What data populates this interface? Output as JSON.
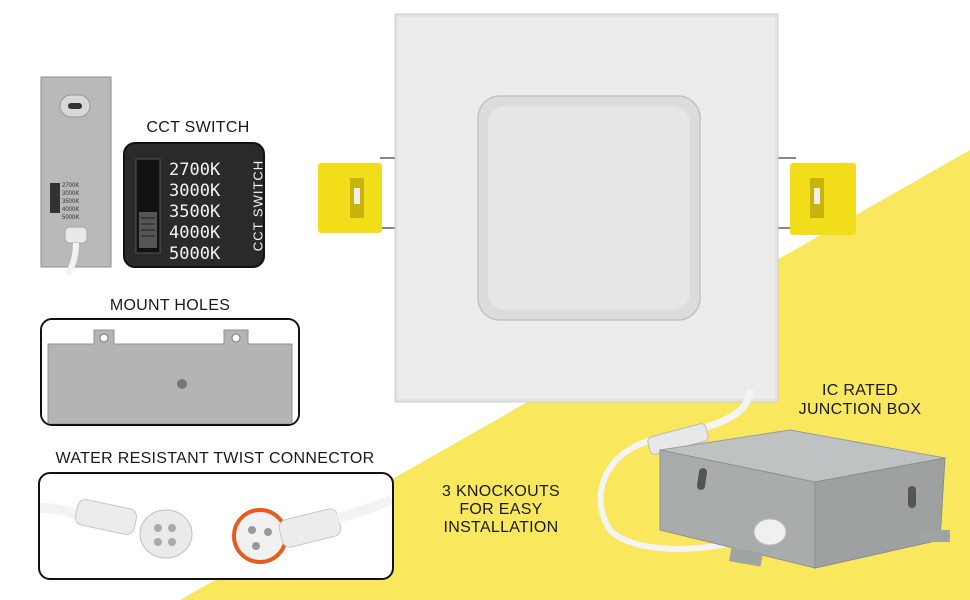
{
  "labels": {
    "cct_switch": "CCT SWITCH",
    "mount_holes": "MOUNT HOLES",
    "twist_connector": "WATER RESISTANT TWIST CONNECTOR",
    "ic_rated_line1": "IC RATED",
    "ic_rated_line2": "JUNCTION BOX",
    "knockouts_line1": "3 KNOCKOUTS",
    "knockouts_line2": "FOR EASY",
    "knockouts_line3": "INSTALLATION"
  },
  "cct": {
    "temps": [
      "2700K",
      "3000K",
      "3500K",
      "4000K",
      "5000K"
    ],
    "switch_label": "CCT SWITCH"
  },
  "colors": {
    "accent_yellow": "#f9e75e",
    "clip_yellow": "#f2dd1a",
    "panel_white": "#e9e9e9",
    "metal": "#a9acad"
  }
}
